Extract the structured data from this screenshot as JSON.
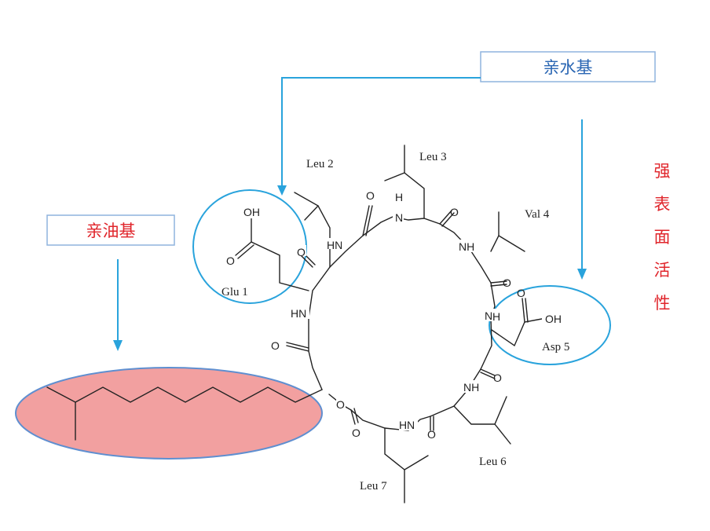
{
  "labels": {
    "hydrophilic": "亲水基",
    "lipophilic": "亲油基",
    "surface_activity": [
      "强",
      "表",
      "面",
      "活",
      "性"
    ]
  },
  "residues": {
    "glu1": "Glu 1",
    "leu2": "Leu 2",
    "leu3": "Leu 3",
    "val4": "Val 4",
    "asp5": "Asp 5",
    "leu6": "Leu 6",
    "leu7": "Leu 7"
  },
  "atoms": {
    "oh": "OH",
    "o": "O",
    "h": "H",
    "n": "N",
    "nh": "NH",
    "hn": "HN"
  },
  "colors": {
    "accent_blue": "#29a3dc",
    "label_blue": "#2a66b3",
    "label_red": "#e0252b",
    "tail_fill": "#f2a0a0",
    "tail_stroke": "#5f8fd0",
    "bond": "#222222"
  }
}
